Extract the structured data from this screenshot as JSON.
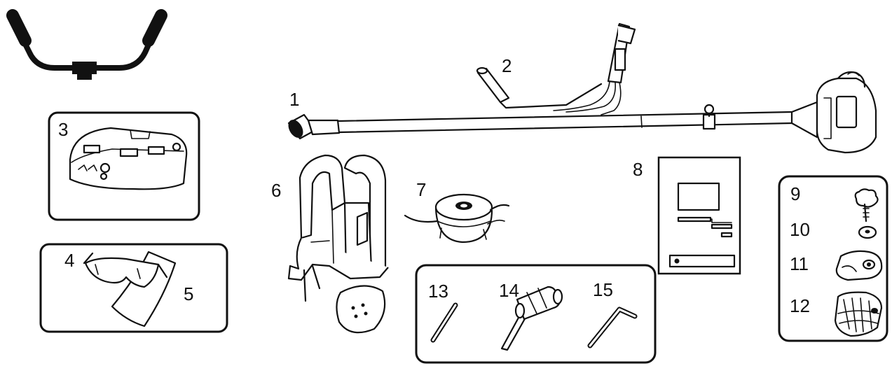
{
  "labels": {
    "p1": "1",
    "p2": "2",
    "p3": "3",
    "p4": "4",
    "p5": "5",
    "p6": "6",
    "p7": "7",
    "p8": "8",
    "p9": "9",
    "p10": "10",
    "p11": "11",
    "p12": "12",
    "p13": "13",
    "p14": "14",
    "p15": "15"
  },
  "icons": {
    "handlebar": "handlebar-icon",
    "trimmer": "brush-cutter-icon",
    "throttle": "throttle-handle-icon",
    "guard": "blade-guard-icon",
    "goggles": "safety-goggles-icon",
    "cloth": "cloth-icon",
    "harness": "shoulder-harness-icon",
    "trimmer_head": "nylon-trimmer-head-icon",
    "manual": "instruction-manual-icon",
    "knob": "knob-bolt-icon",
    "washer": "washer-icon",
    "clamp": "handle-clamp-icon",
    "holder": "handle-holder-icon",
    "rod": "rod-icon",
    "plug_wrench": "box-wrench-icon",
    "hex_key": "hex-key-icon"
  }
}
